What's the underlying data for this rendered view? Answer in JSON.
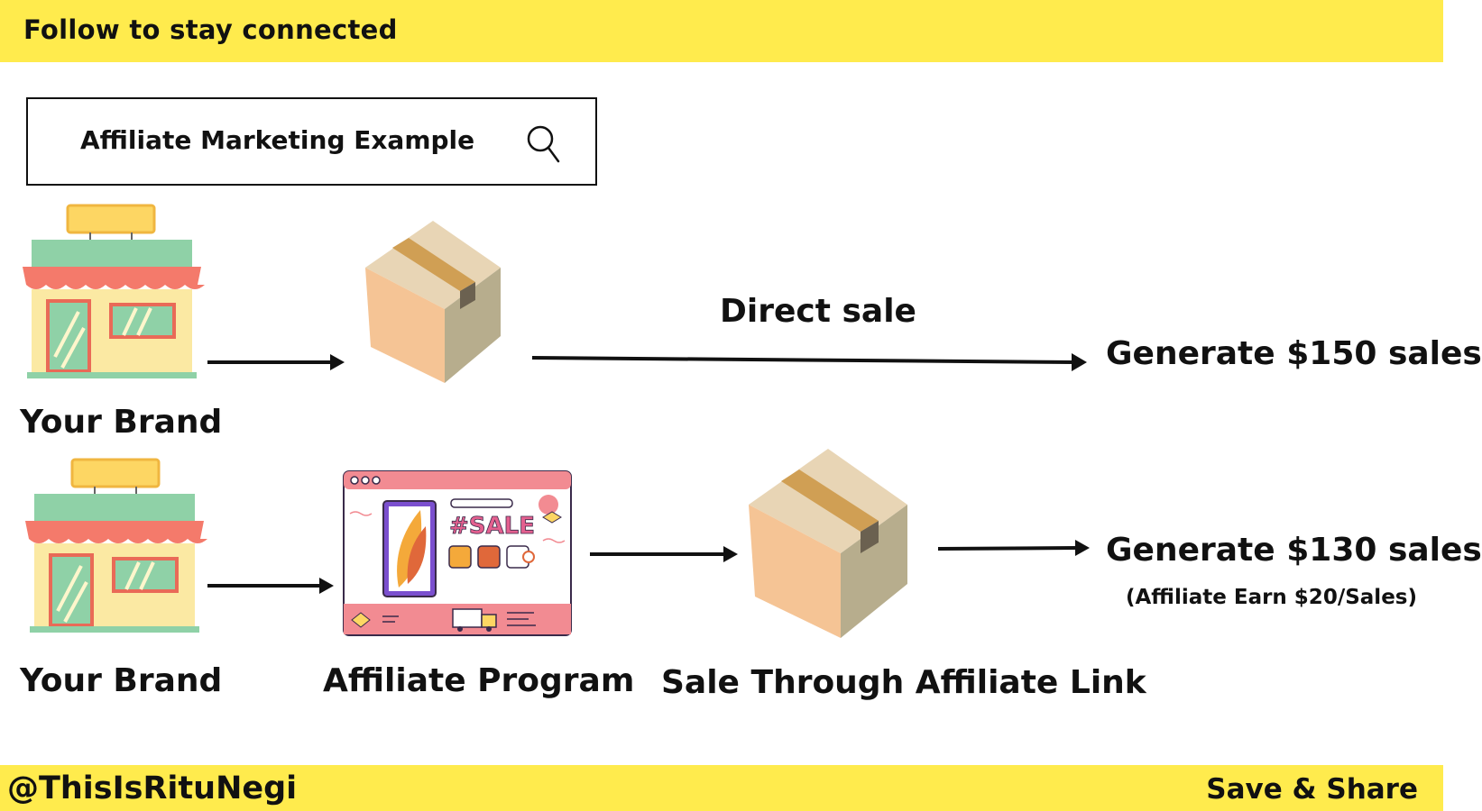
{
  "header": {
    "text": "Follow to stay connected"
  },
  "search": {
    "title": "Affiliate Marketing Example",
    "icon": "search-icon"
  },
  "row1": {
    "brand_label": "Your Brand",
    "arrow_label": "Direct sale",
    "result_label": "Generate $150 sales",
    "icons": [
      "storefront-icon",
      "package-box-icon"
    ]
  },
  "row2": {
    "brand_label": "Your Brand",
    "program_label": "Affiliate Program",
    "sale_label": "Sale Through Affiliate Link",
    "result_label": "Generate $130 sales",
    "result_note": "(Affiliate Earn $20/Sales)",
    "icons": [
      "storefront-icon",
      "sale-webpage-icon",
      "package-box-icon"
    ],
    "sale_graphic_text": "#SALE"
  },
  "footer": {
    "handle": "@ThisIsRituNegi",
    "cta": "Save & Share"
  },
  "colors": {
    "banner": "#ffeb4d",
    "text": "#111111",
    "awning": "#f47a6b",
    "roof": "#8fd1a7",
    "box": "#e8d5b5"
  }
}
